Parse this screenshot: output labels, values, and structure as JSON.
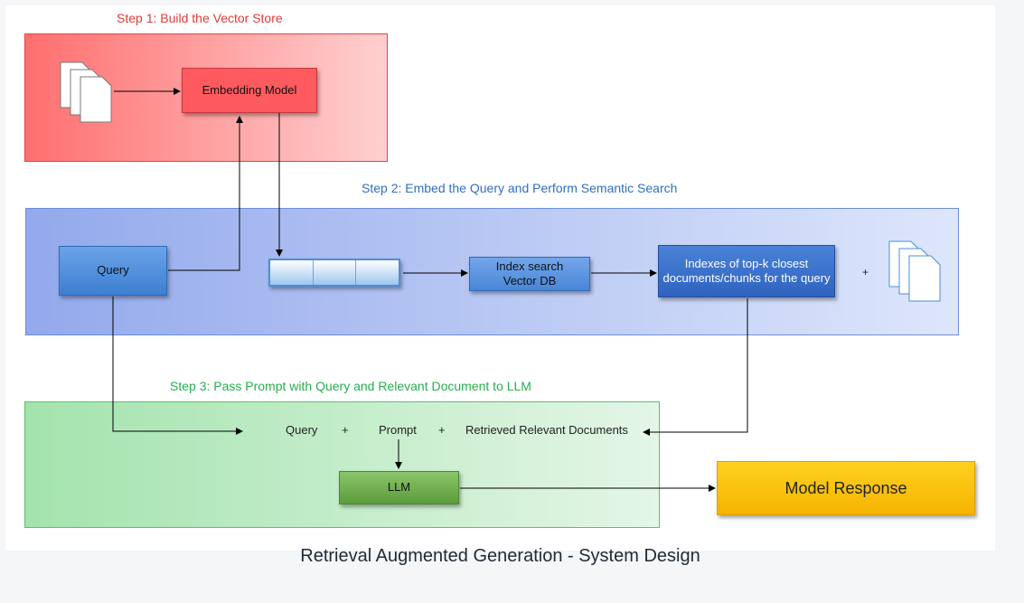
{
  "steps": {
    "step1": "Step 1: Build the Vector Store",
    "step2": "Step 2: Embed the Query and Perform Semantic Search",
    "step3": "Step 3: Pass Prompt with Query and Relevant Document to LLM"
  },
  "nodes": {
    "embedding_model": "Embedding Model",
    "query": "Query",
    "index_search": "Index search\nVector DB",
    "topk": "Indexes of top-k closest documents/chunks for the query",
    "llm": "LLM",
    "model_response": "Model Response"
  },
  "prompt_row": {
    "query": "Query",
    "plus": "+",
    "prompt": "Prompt",
    "retrieved": "Retrieved Relevant Documents"
  },
  "caption": "Retrieval Augmented Generation - System Design",
  "colors": {
    "step1": "#e53935",
    "step2": "#2f6fc1",
    "step3": "#22b14c",
    "response": "#ffc20e"
  },
  "icons": [
    "documents-icon",
    "vector-embedding-icon"
  ]
}
